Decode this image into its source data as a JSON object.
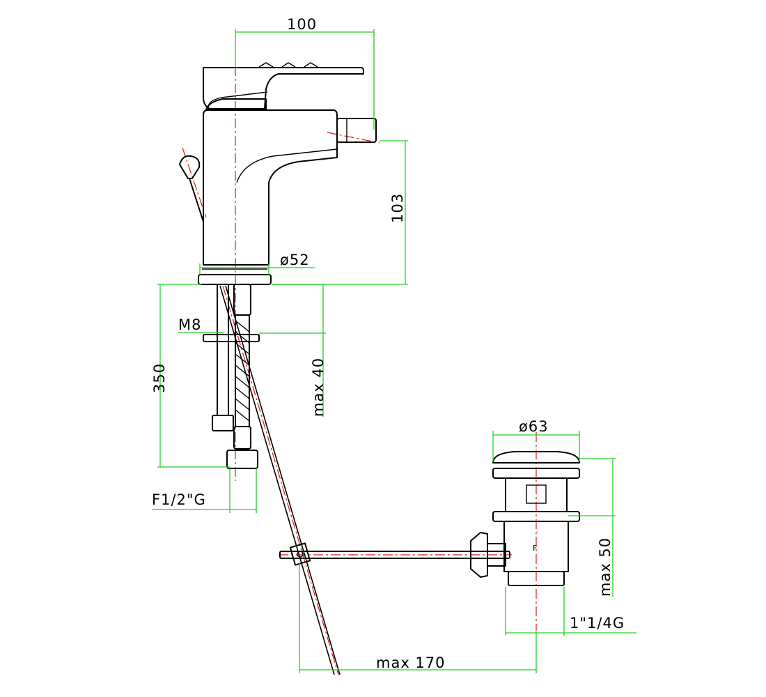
{
  "colors": {
    "outline": "#000000",
    "dimension_line": "#1fd11f",
    "center_line": "#e01818",
    "background": "#ffffff"
  },
  "dimensions": {
    "spout_reach": "100",
    "outlet_height": "103",
    "body_diameter": "ø52",
    "mounting_thread": "M8",
    "hose_length": "350",
    "max_deck_thickness": "max 40",
    "hose_connection": "F1/2\"G",
    "waste_diameter": "ø63",
    "max_basin_thickness": "max 50",
    "waste_thread": "1\"1/4G",
    "max_rod_distance": "max 170"
  },
  "part_mark": "F"
}
